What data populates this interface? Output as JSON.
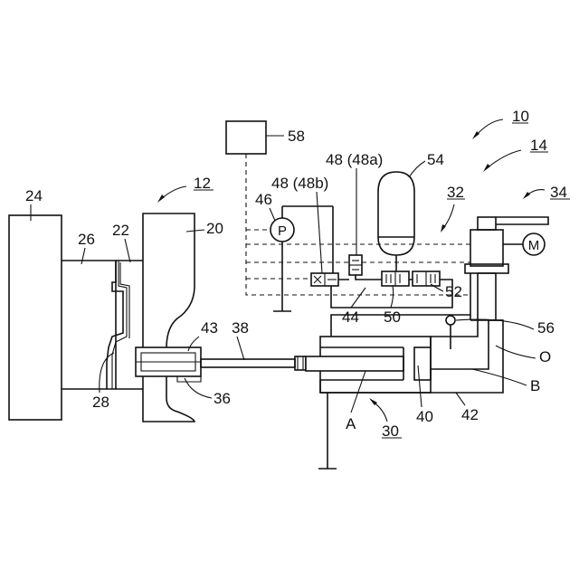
{
  "labels": {
    "l10": "10",
    "l12": "12",
    "l14": "14",
    "l20": "20",
    "l22": "22",
    "l24": "24",
    "l26": "26",
    "l28": "28",
    "l30": "30",
    "l32": "32",
    "l34": "34",
    "l36": "36",
    "l38": "38",
    "l40": "40",
    "l42": "42",
    "l43": "43",
    "l44": "44",
    "l46": "46",
    "l48a": "48 (48a)",
    "l48b": "48 (48b)",
    "l50": "50",
    "l52": "52",
    "l54": "54",
    "l56": "56",
    "l58": "58",
    "lO": "O",
    "lA": "A",
    "lB": "B",
    "pump": "P",
    "motor": "M"
  }
}
